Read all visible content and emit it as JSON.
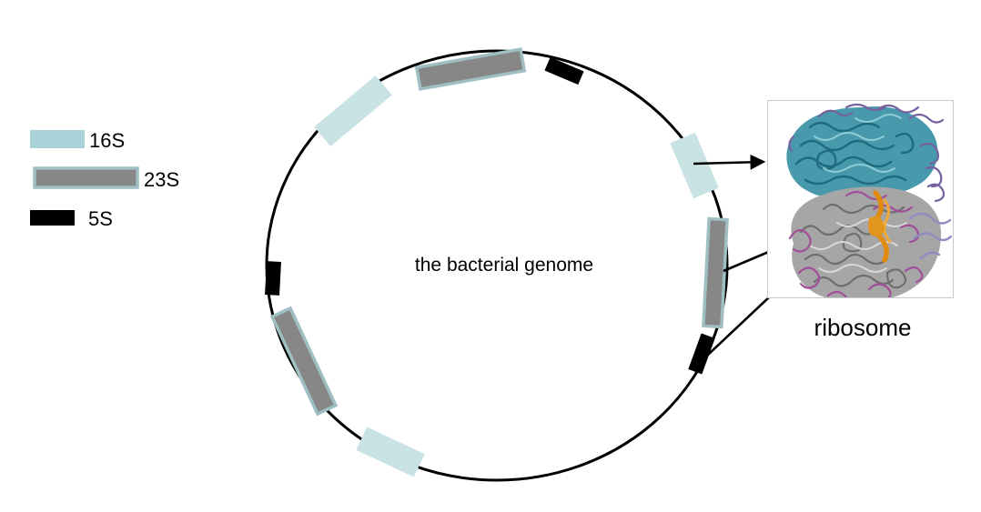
{
  "figure": {
    "genome_label": "the bacterial genome",
    "ribosome_label": "ribosome"
  },
  "legend": {
    "items": [
      {
        "label": "16S",
        "swatch_color": "#a7d2d8"
      },
      {
        "label": "23S",
        "swatch_fill": "#878787",
        "swatch_border": "#9fbfc3"
      },
      {
        "label": "5S",
        "swatch_color": "#000000"
      }
    ]
  },
  "colors": {
    "legend_16s_fill": "#a7d2d8",
    "gene_16s_fill": "#c9e2e4",
    "gene_23s_fill": "#878787",
    "gene_23s_border": "#9fbfc3",
    "gene_5s_fill": "#000000",
    "line": "#000000",
    "ribosome_box_border": "#c9c9c9",
    "ribosome_small_subunit_teal": "#4899ac",
    "ribosome_large_subunit_gray": "#a6a6a6",
    "ribosome_purple": "#74619e",
    "ribosome_magenta": "#a14f99",
    "ribosome_lavender": "#8f8cc2",
    "ribosome_orange": "#e08a10"
  },
  "genome_map": {
    "shape": "circular genome",
    "genes_clockwise_from_top": [
      {
        "type": "23S",
        "position": "top"
      },
      {
        "type": "5S",
        "position": "top-right"
      },
      {
        "type": "16S",
        "position": "upper-right"
      },
      {
        "type": "23S",
        "position": "right"
      },
      {
        "type": "5S",
        "position": "lower-right"
      },
      {
        "type": "16S",
        "position": "bottom-left"
      },
      {
        "type": "23S",
        "position": "lower-left"
      },
      {
        "type": "5S",
        "position": "left"
      },
      {
        "type": "16S",
        "position": "upper-left"
      }
    ]
  },
  "arrows": [
    {
      "from": "16S gene (upper-right)",
      "to": "ribosome"
    },
    {
      "from": "23S gene (right)",
      "to": "ribosome"
    },
    {
      "from": "5S gene (lower-right)",
      "to": "ribosome"
    }
  ]
}
